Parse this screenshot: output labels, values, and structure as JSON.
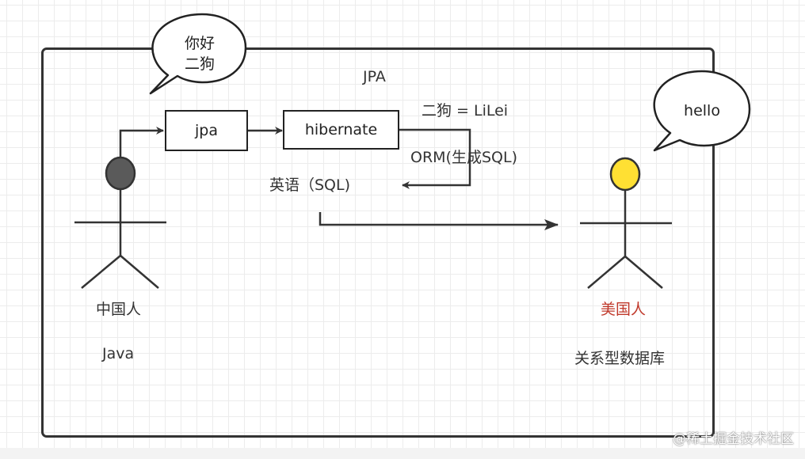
{
  "bubble_left": {
    "line1": "你好",
    "line2": "二狗"
  },
  "bubble_right": {
    "text": "hello"
  },
  "frame": {
    "title": "JPA"
  },
  "boxes": {
    "jpa": "jpa",
    "hibernate": "hibernate"
  },
  "labels": {
    "name_map": "二狗 = LiLei",
    "orm": "ORM(生成SQL)",
    "english_sql": "英语（SQL)",
    "chinese_person": "中国人",
    "java": "Java",
    "american_person": "美国人",
    "relational_db": "关系型数据库"
  },
  "colors": {
    "left_actor_head": "#5a5a5a",
    "right_actor_head": "#ffe033",
    "american_label": "#c0392b"
  },
  "watermark": "@稀土掘金技术社区"
}
